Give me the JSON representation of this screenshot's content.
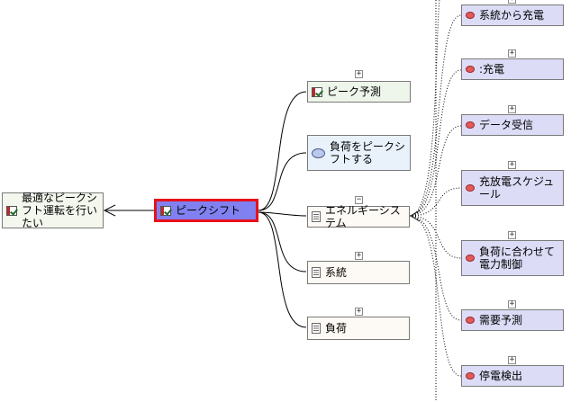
{
  "diagram": {
    "root": {
      "label": "最適なピークシフト運転を行いたい",
      "icon": "requirement-icon"
    },
    "center": {
      "label": "ピークシフト",
      "icon": "requirement-icon",
      "selected": true
    },
    "branches": [
      {
        "label": "ピーク予測",
        "icon": "requirement-icon",
        "toggle": "+"
      },
      {
        "label": "負荷をピークシフトする",
        "icon": "usecase-icon"
      },
      {
        "label": "エネルギーシステム",
        "icon": "block-icon",
        "toggle": "−"
      },
      {
        "label": "系統",
        "icon": "block-icon",
        "toggle": "+"
      },
      {
        "label": "負荷",
        "icon": "block-icon",
        "toggle": "+"
      }
    ],
    "actions": [
      {
        "label": "系統から充電",
        "toggle": "+"
      },
      {
        "label": ":充電",
        "toggle": "+"
      },
      {
        "label": "データ受信",
        "toggle": "+"
      },
      {
        "label": "充放電スケジュール",
        "toggle": "+"
      },
      {
        "label": "負荷に合わせて電力制御",
        "toggle": "+"
      },
      {
        "label": "需要予測",
        "toggle": "+"
      },
      {
        "label": "停電検出",
        "toggle": "+"
      }
    ],
    "colors": {
      "selected_fill": "#8080f0",
      "selected_border": "#e8101a",
      "action_fill": "#dcdcf7",
      "action_icon": "#e25a5a"
    }
  }
}
